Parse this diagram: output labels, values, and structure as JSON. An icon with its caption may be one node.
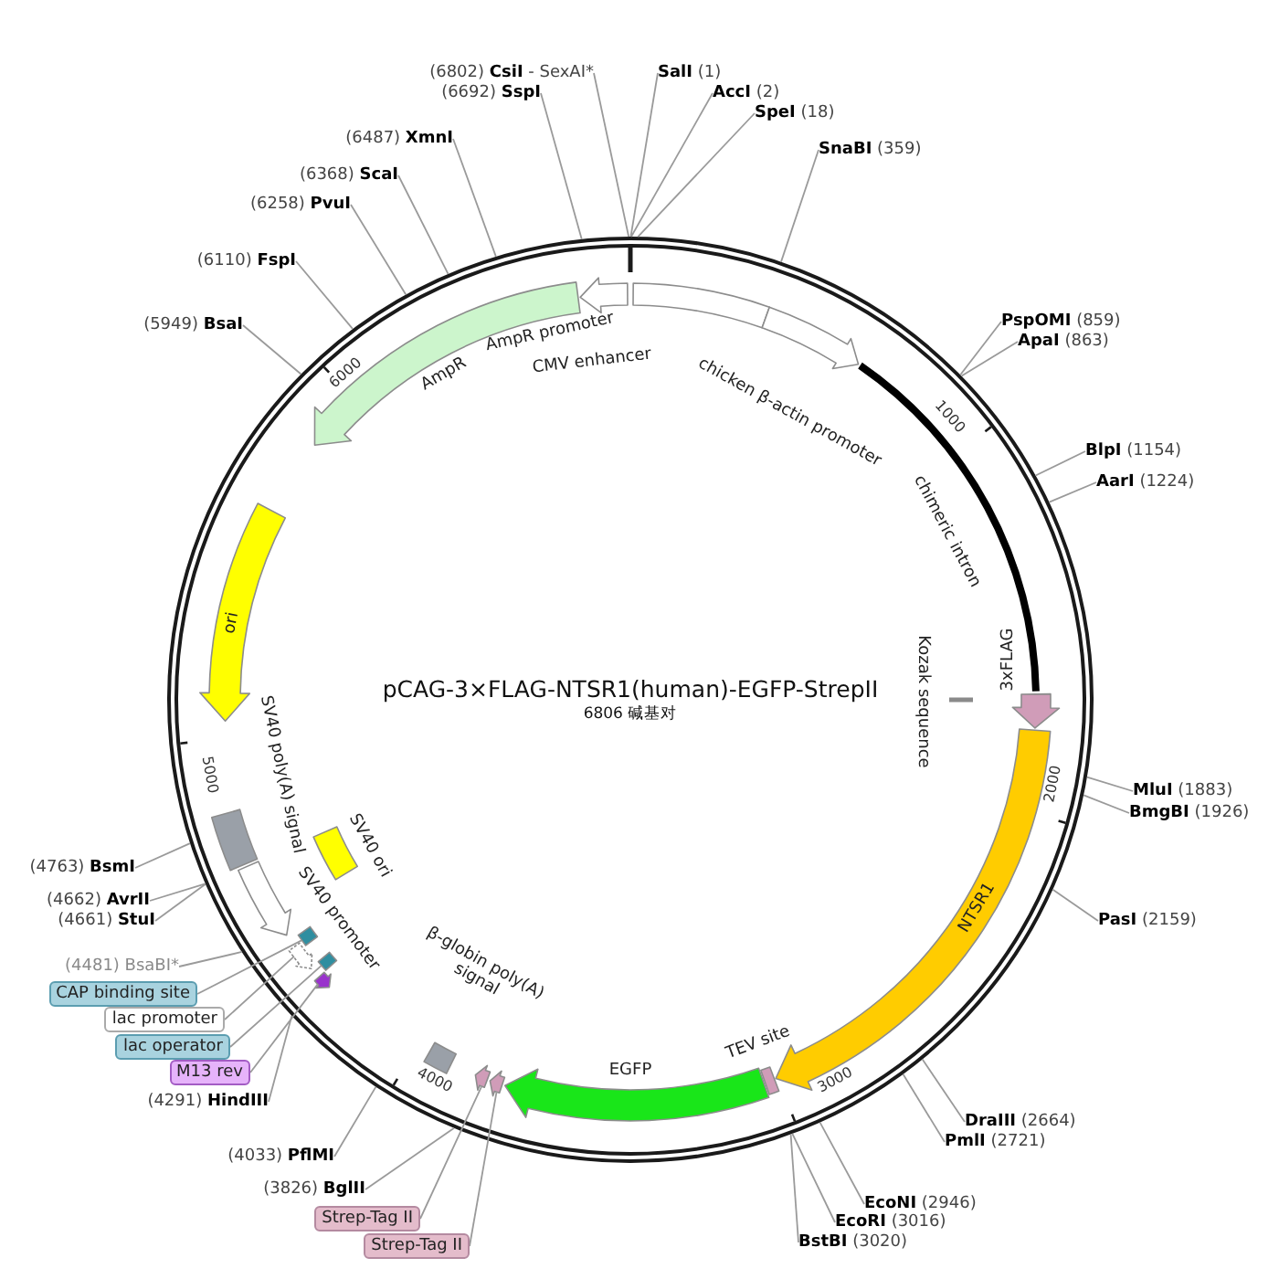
{
  "diagram": {
    "title": "pCAG-3×FLAG-NTSR1(human)-EGFP-StrepII",
    "nodes": [
      {
        "text": [
          "**SalI** (1)"
        ]
      },
      {
        "text": [
          "**AccI** (2)"
        ]
      },
      {
        "text": [
          "**SpeI** (18)"
        ]
      },
      {
        "text": [
          "**SnaBI** (359)"
        ]
      },
      {
        "text": [
          "**PspOMI** (859)"
        ]
      },
      {
        "text": [
          "**ApaI** (863)"
        ]
      },
      {
        "text": [
          "**BlpI** (1154)"
        ]
      },
      {
        "text": [
          "**AarI** (1224)"
        ]
      },
      {
        "text": [
          "**MluI** (1883)"
        ]
      },
      {
        "text": [
          "**BmgBI** (1926)"
        ]
      },
      {
        "text": [
          "**PasI** (2159)"
        ]
      },
      {
        "text": [
          "**DraIII** (2664)"
        ]
      },
      {
        "text": [
          "**PmlI** (2721)"
        ]
      },
      {
        "text": [
          "**EcoNI** (2946)"
        ]
      },
      {
        "text": [
          "**EcoRI** (3016)"
        ]
      },
      {
        "text": [
          "**BstBI** (3020)"
        ]
      },
      {
        "text": [
          "(3826) **BglII**"
        ]
      },
      {
        "text": [
          "(4033) **PflMI**"
        ]
      },
      {
        "text": [
          "(4291) **HindIII**"
        ]
      },
      {
        "text": [
          "(4481) BsaBI*"
        ]
      },
      {
        "text": [
          "(4661) **StuI**"
        ]
      },
      {
        "text": [
          "(4662) **AvrII**"
        ]
      },
      {
        "text": [
          "(4763) **BsmI**"
        ]
      },
      {
        "text": [
          "(5949) **BsaI**"
        ]
      },
      {
        "text": [
          "(6110) **FspI**"
        ]
      },
      {
        "text": [
          "(6258) **PvuI**"
        ]
      },
      {
        "text": [
          "(6368) **ScaI**"
        ]
      },
      {
        "text": [
          "(6487) **XmnI**"
        ]
      },
      {
        "text": [
          "(6692) **SspI**"
        ]
      },
      {
        "text": [
          "(6802) **CsiI** - SexAI*"
        ]
      },
      {
        "text": [
          "CAP binding site"
        ]
      },
      {
        "text": [
          "lac promoter"
        ]
      },
      {
        "text": [
          "lac operator"
        ]
      },
      {
        "text": [
          "M13 rev"
        ]
      },
      {
        "text": [
          "Strep-Tag II"
        ]
      },
      {
        "text": [
          "Strep-Tag II"
        ]
      },
      {
        "text": [
          "CMV enhancer"
        ]
      },
      {
        "text": [
          "chicken β-actin promoter"
        ]
      },
      {
        "text": [
          "chimeric intron"
        ]
      },
      {
        "text": [
          "Kozak sequence"
        ]
      },
      {
        "text": [
          "3xFLAG"
        ]
      },
      {
        "text": [
          "NTSR1"
        ]
      },
      {
        "text": [
          "TEV site"
        ]
      },
      {
        "text": [
          "EGFP"
        ]
      },
      {
        "text": [],
        "shape": "arrow"
      },
      {
        "text": [],
        "shape": "arrow"
      },
      {
        "text": [
          "β-globin poly(A) signal"
        ]
      },
      {
        "text": [],
        "shape": "arrow"
      },
      {
        "text": [],
        "shape": "bar"
      },
      {
        "text": [],
        "shape": "arrow"
      },
      {
        "text": [],
        "shape": "bar"
      },
      {
        "text": [
          "SV40 promoter"
        ]
      },
      {
        "text": [
          "SV40 ori"
        ]
      },
      {
        "text": [
          "SV40 poly(A) signal"
        ]
      },
      {
        "text": [
          "ori"
        ]
      },
      {
        "text": [
          "AmpR"
        ]
      },
      {
        "text": [
          "AmpR promoter"
        ]
      }
    ],
    "edges": [
      {
        "from": 0,
        "to": null,
        "arrow": "none"
      },
      {
        "from": 1,
        "to": null,
        "arrow": "none"
      },
      {
        "from": 2,
        "to": null,
        "arrow": "none"
      },
      {
        "from": 3,
        "to": null,
        "arrow": "none"
      },
      {
        "from": 4,
        "to": null,
        "arrow": "none"
      },
      {
        "from": 5,
        "to": null,
        "arrow": "none"
      },
      {
        "from": 6,
        "to": null,
        "arrow": "none"
      },
      {
        "from": 7,
        "to": null,
        "arrow": "none"
      },
      {
        "from": 8,
        "to": null,
        "arrow": "none"
      },
      {
        "from": 9,
        "to": null,
        "arrow": "none"
      },
      {
        "from": 10,
        "to": null,
        "arrow": "none"
      },
      {
        "from": 11,
        "to": null,
        "arrow": "none"
      },
      {
        "from": 12,
        "to": null,
        "arrow": "none"
      },
      {
        "from": 13,
        "to": null,
        "arrow": "none"
      },
      {
        "from": 14,
        "to": null,
        "arrow": "none"
      },
      {
        "from": 15,
        "to": null,
        "arrow": "none"
      },
      {
        "from": 16,
        "to": null,
        "arrow": "none"
      },
      {
        "from": 17,
        "to": null,
        "arrow": "none"
      },
      {
        "from": 18,
        "to": null,
        "arrow": "none"
      },
      {
        "from": 19,
        "to": null,
        "arrow": "none"
      },
      {
        "from": 20,
        "to": null,
        "arrow": "none"
      },
      {
        "from": 21,
        "to": null,
        "arrow": "none"
      },
      {
        "from": 22,
        "to": null,
        "arrow": "none"
      },
      {
        "from": 23,
        "to": null,
        "arrow": "none"
      },
      {
        "from": 24,
        "to": null,
        "arrow": "none"
      },
      {
        "from": 25,
        "to": null,
        "arrow": "none"
      },
      {
        "from": 26,
        "to": null,
        "arrow": "none"
      },
      {
        "from": 27,
        "to": null,
        "arrow": "none"
      },
      {
        "from": 28,
        "to": null,
        "arrow": "none"
      },
      {
        "from": 29,
        "to": null,
        "arrow": "none"
      },
      {
        "from": 30,
        "to": 50,
        "arrow": "none"
      },
      {
        "from": 31,
        "to": 49,
        "arrow": "none"
      },
      {
        "from": 32,
        "to": 48,
        "arrow": "none"
      },
      {
        "from": 33,
        "to": 47,
        "arrow": "none"
      },
      {
        "from": 34,
        "to": 45,
        "arrow": "none"
      },
      {
        "from": 35,
        "to": 44,
        "arrow": "none"
      }
    ],
    "labels": [
      "6806 碱基对",
      "1000",
      "2000",
      "3000",
      "4000",
      "5000",
      "6000"
    ]
  }
}
